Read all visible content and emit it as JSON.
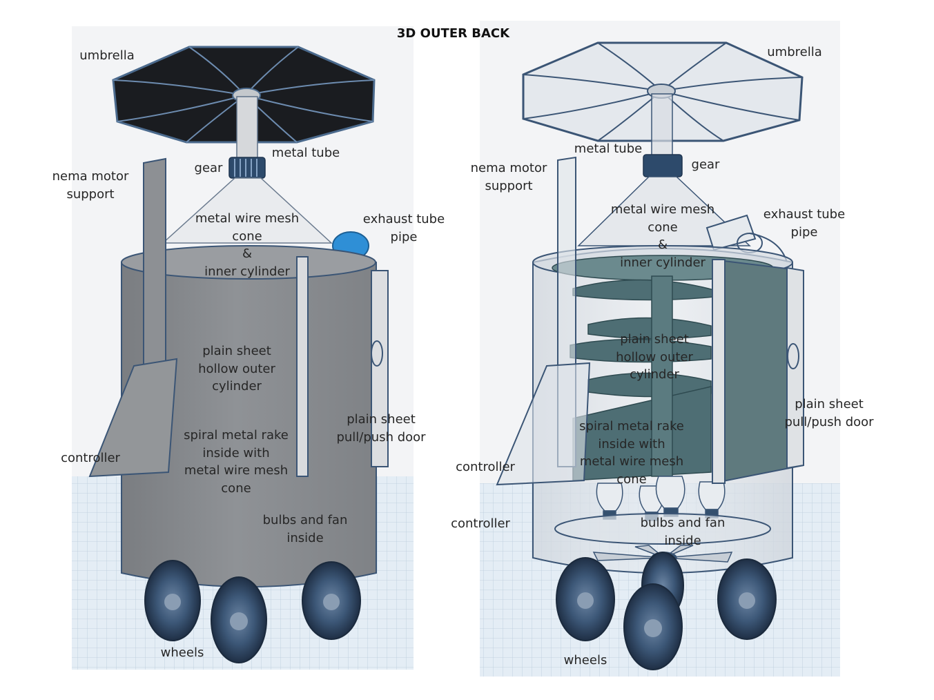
{
  "title": "3D OUTER BACK",
  "colors": {
    "frame_outline": "#3b5575",
    "outer_cylinder_solid": "#8c8f93",
    "transparent_body": "#dfe3e8",
    "door_panel": "#5f7a7e",
    "umbrella_solid": "#1a1c20",
    "grid_floor": "#dbe7f1",
    "exhaust_blue": "#2f8fd6"
  },
  "left_view": {
    "labels": {
      "umbrella": "umbrella",
      "metal_tube": "metal tube",
      "gear": "gear",
      "nema_motor_support": [
        "nema motor",
        "support"
      ],
      "metal_wire_mesh_cone": [
        "metal wire mesh",
        "cone",
        "&",
        "inner cylinder"
      ],
      "exhaust_tube_pipe": [
        "exhaust tube",
        "pipe"
      ],
      "plain_sheet_hollow_outer_cylinder": [
        "plain sheet",
        "hollow outer",
        "cylinder"
      ],
      "plain_sheet_door": [
        "plain sheet",
        "pull/push door"
      ],
      "spiral_metal_rake": [
        "spiral metal rake",
        "inside with",
        "metal wire mesh",
        "cone"
      ],
      "controller": "controller",
      "bulbs_and_fan": [
        "bulbs and fan",
        "inside"
      ],
      "wheels": "wheels"
    }
  },
  "right_view": {
    "labels": {
      "umbrella": "umbrella",
      "metal_tube": "metal tube",
      "gear": "gear",
      "nema_motor_support": [
        "nema motor",
        "support"
      ],
      "metal_wire_mesh_cone": [
        "metal wire mesh",
        "cone",
        "&",
        "inner cylinder"
      ],
      "exhaust_tube_pipe": [
        "exhaust tube",
        "pipe"
      ],
      "plain_sheet_hollow_outer_cylinder": [
        "plain sheet",
        "hollow outer",
        "cylinder"
      ],
      "plain_sheet_door": [
        "plain sheet",
        "pull/push door"
      ],
      "spiral_metal_rake": [
        "spiral metal rake",
        "inside with",
        "metal wire mesh",
        "cone"
      ],
      "controller_upper": "controller",
      "controller_lower": "controller",
      "bulbs_and_fan": [
        "bulbs and fan",
        "inside"
      ],
      "wheels": "wheels"
    }
  }
}
